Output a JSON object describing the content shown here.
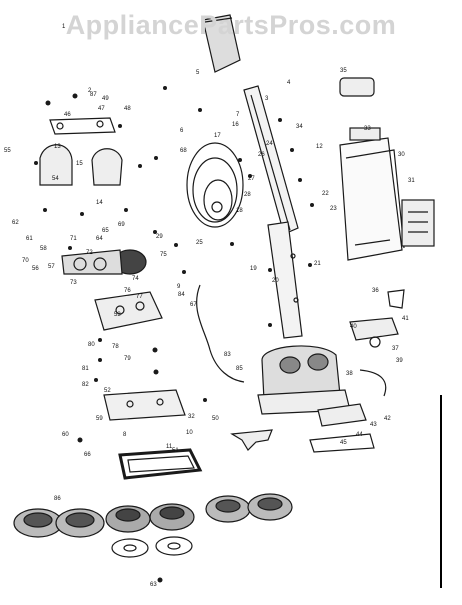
{
  "watermark": {
    "text": "AppliancePartsPros.com"
  },
  "diagram": {
    "callouts": [
      "1",
      "2",
      "3",
      "4",
      "5",
      "6",
      "7",
      "8",
      "9",
      "10",
      "11",
      "12",
      "13",
      "14",
      "15",
      "16",
      "17",
      "18",
      "19",
      "20",
      "21",
      "22",
      "23",
      "24",
      "25",
      "26",
      "27",
      "28",
      "29",
      "30",
      "31",
      "32",
      "33",
      "34",
      "35",
      "36",
      "37",
      "38",
      "39",
      "40",
      "41",
      "42",
      "43",
      "44",
      "45",
      "46",
      "47",
      "48",
      "49",
      "50",
      "51",
      "52",
      "53",
      "54",
      "55",
      "56",
      "57",
      "58",
      "59",
      "60",
      "61",
      "62",
      "63",
      "64",
      "65",
      "66",
      "67",
      "68",
      "69",
      "70",
      "71",
      "72",
      "73",
      "74",
      "75",
      "76",
      "77",
      "78",
      "79",
      "80",
      "81",
      "82",
      "83",
      "84",
      "85",
      "86",
      "87"
    ]
  },
  "colors": {
    "ink": "#1a1a1a",
    "watermark": "#d4d4d4",
    "background": "#ffffff"
  }
}
